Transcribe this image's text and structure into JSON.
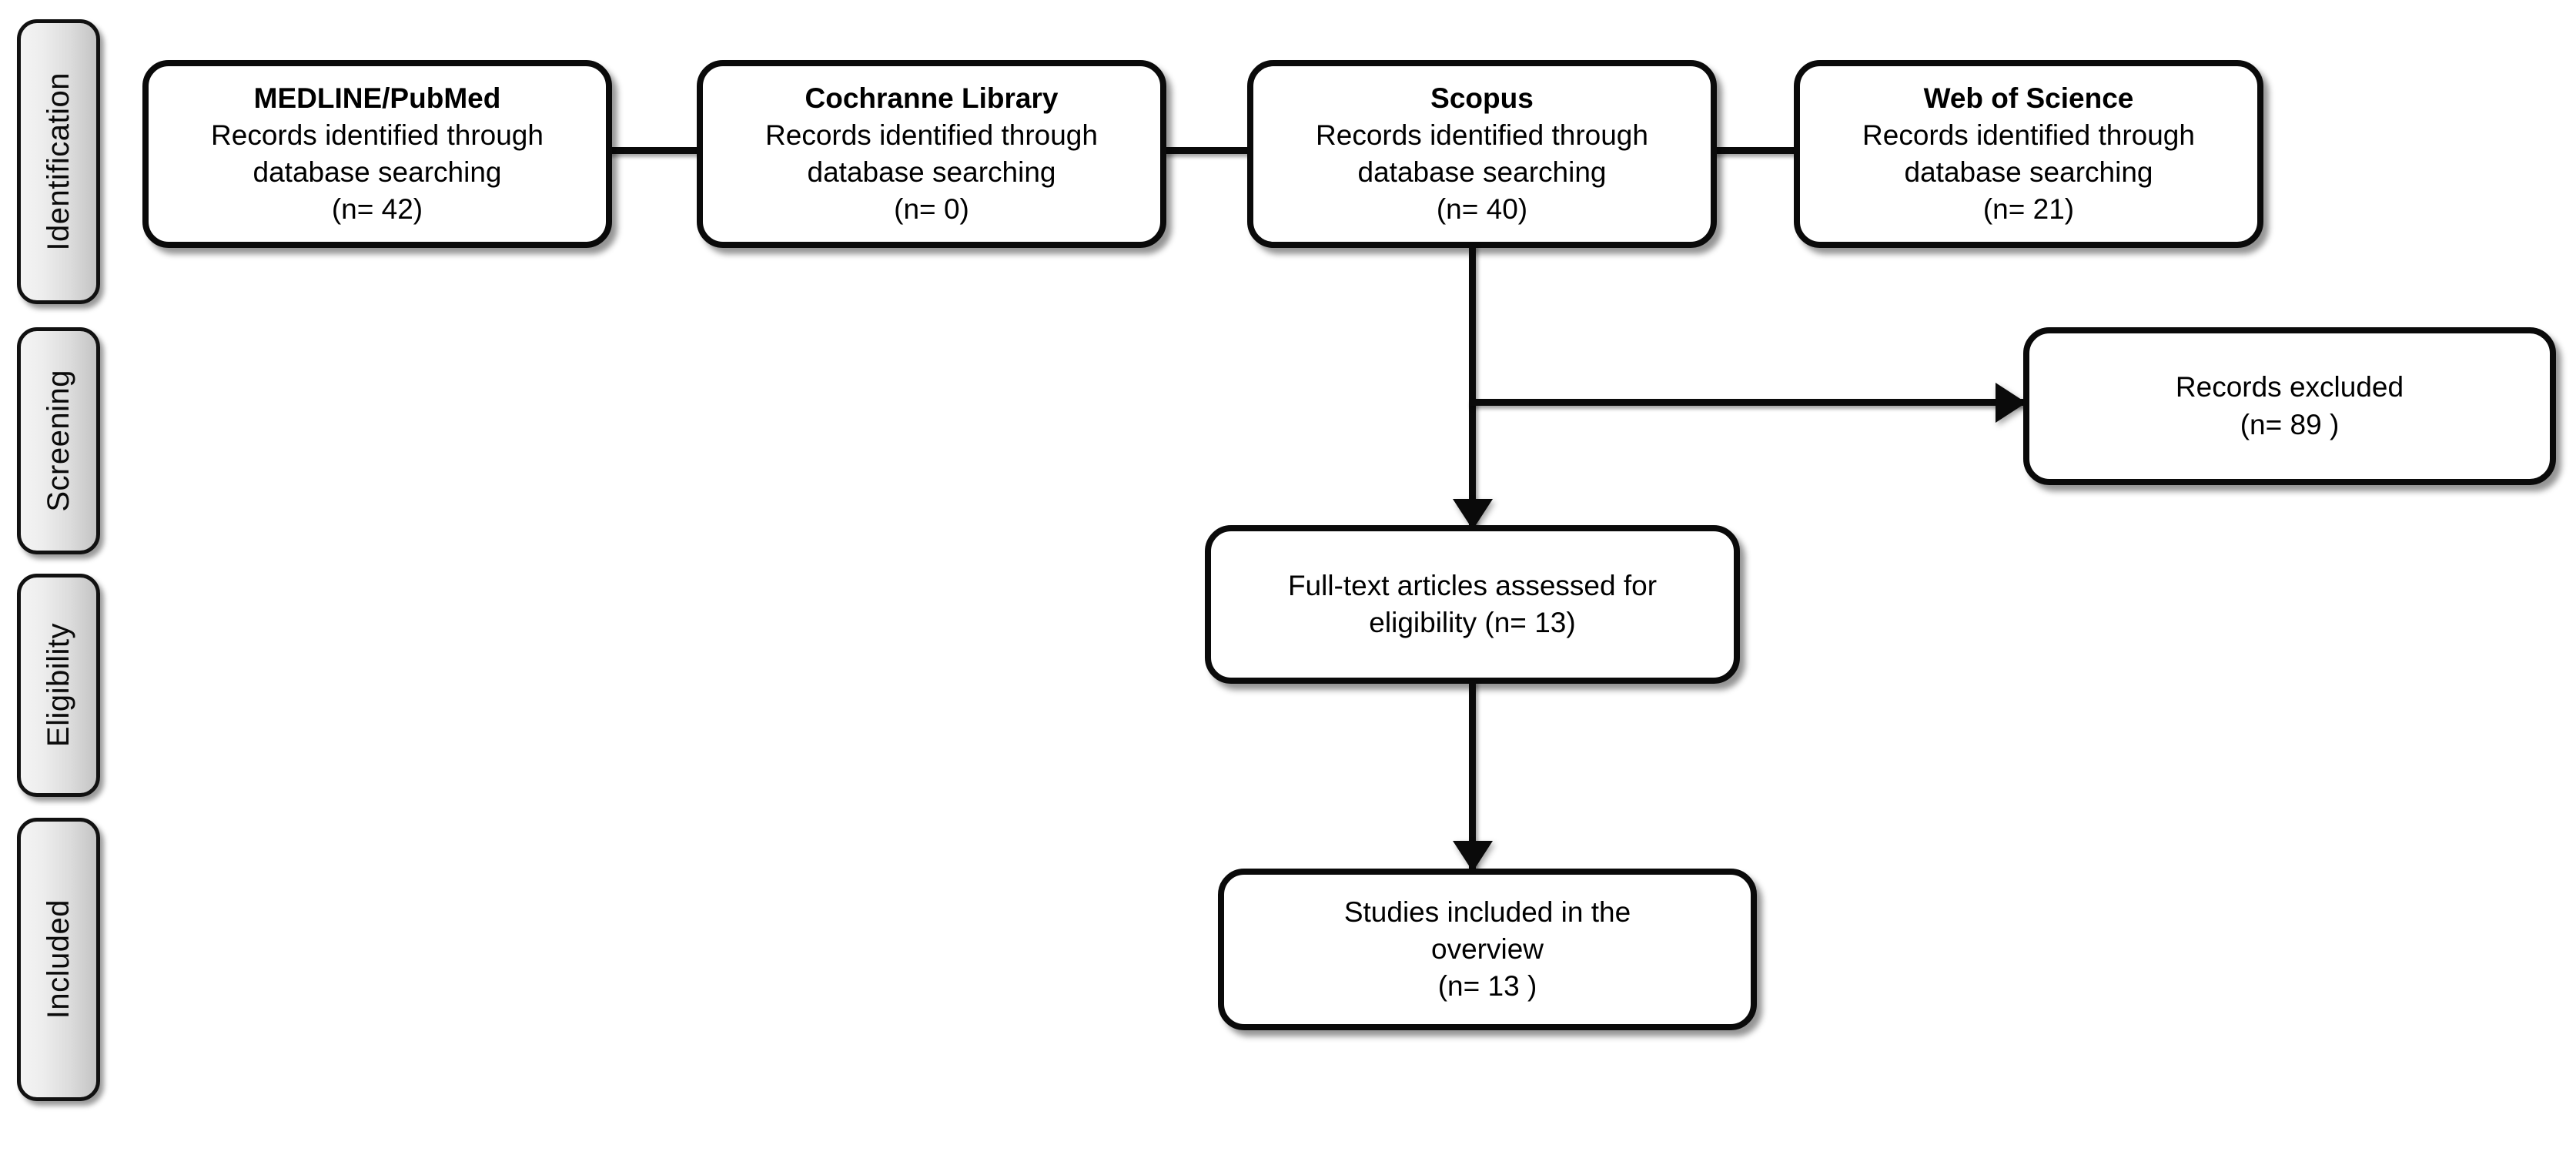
{
  "diagram": {
    "type": "prisma-flow-diagram",
    "stages": [
      {
        "id": "identification",
        "label": "Identification"
      },
      {
        "id": "screening",
        "label": "Screening"
      },
      {
        "id": "eligibility",
        "label": "Eligibility"
      },
      {
        "id": "included",
        "label": "Included"
      }
    ],
    "sources": [
      {
        "id": "medline",
        "title": "MEDLINE/PubMed",
        "line1": "Records identified through",
        "line2": "database searching",
        "count": "(n= 42)"
      },
      {
        "id": "cochrane",
        "title": "Cochranne Library",
        "line1": "Records identified through",
        "line2": "database searching",
        "count": "(n= 0)"
      },
      {
        "id": "scopus",
        "title": "Scopus",
        "line1": "Records identified through",
        "line2": "database searching",
        "count": "(n= 40)"
      },
      {
        "id": "web-of-science",
        "title": "Web of Science",
        "line1": "Records identified through",
        "line2": "database searching",
        "count": "(n= 21)"
      }
    ],
    "excluded": {
      "line1": "Records excluded",
      "line2": "(n= 89 )"
    },
    "fulltext": {
      "line1": "Full-text articles assessed for",
      "line2": "eligibility (n= 13)"
    },
    "included": {
      "line1": "Studies included in the",
      "line2": "overview",
      "line3": "(n= 13 )"
    },
    "colors": {
      "stroke": "#0a0a0a",
      "box_fill": "#ffffff",
      "tab_gradient_from": "#f4f4f4",
      "tab_gradient_to": "#c4c4c4",
      "background": "#ffffff"
    }
  }
}
